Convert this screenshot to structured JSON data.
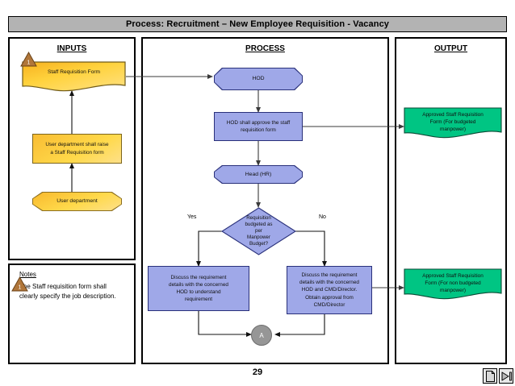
{
  "header": {
    "title": "Process: Recruitment – New Employee Requisition - Vacancy"
  },
  "columns": {
    "inputs_header": "INPUTS",
    "process_header": "PROCESS",
    "output_header": "OUTPUT"
  },
  "inputs": {
    "doc_staff_requisition_form": "Staff Requisition Form",
    "rect_user_dept_raise": "User department shall raise\na Staff Requisition form",
    "term_user_department": "User department",
    "marker_number": "1"
  },
  "process": {
    "term_hod": "HOD",
    "rect_hod_approve": "HOD shall approve the staff\nrequisition form",
    "term_head_hr": "Head (HR)",
    "decision_budgeted": "Requisition\nbudgeted as\nper\nManpower\nBudget?",
    "branch_yes": "Yes",
    "branch_no": "No",
    "rect_discuss_hod": "Discuss the requirement\ndetails with the concerned\nHOD to understand\nrequirement",
    "rect_discuss_cmd": "Discuss the requirement\ndetails with the concerned\nHOD and CMD/Director.\nObtain approval from\nCMD/Director",
    "connector_a": "A"
  },
  "output": {
    "doc_approved_budgeted": "Approved Staff Requisition\nForm (For budgeted\nmanpower)",
    "doc_approved_non_budgeted": "Approved Staff Requisition\nForm (For non budgeted\nmanpower)"
  },
  "notes": {
    "title": "Notes",
    "body": "The Staff requisition form shall clearly specify the job description.",
    "marker_number": "1"
  },
  "footer": {
    "page_number": "29",
    "page_button_name": "page-icon",
    "next_button_name": "next-slide-icon"
  },
  "colors": {
    "title_bar": "#b3b3b3",
    "process_fill": "#9fa8e8",
    "process_stroke": "#29307a",
    "input_fill": "#ffd94a",
    "input_stroke": "#7d651c",
    "output_fill": "#00c583",
    "output_stroke": "#0a5c3f",
    "connector_fill": "#969696",
    "marker_fill": "#b0763a"
  }
}
